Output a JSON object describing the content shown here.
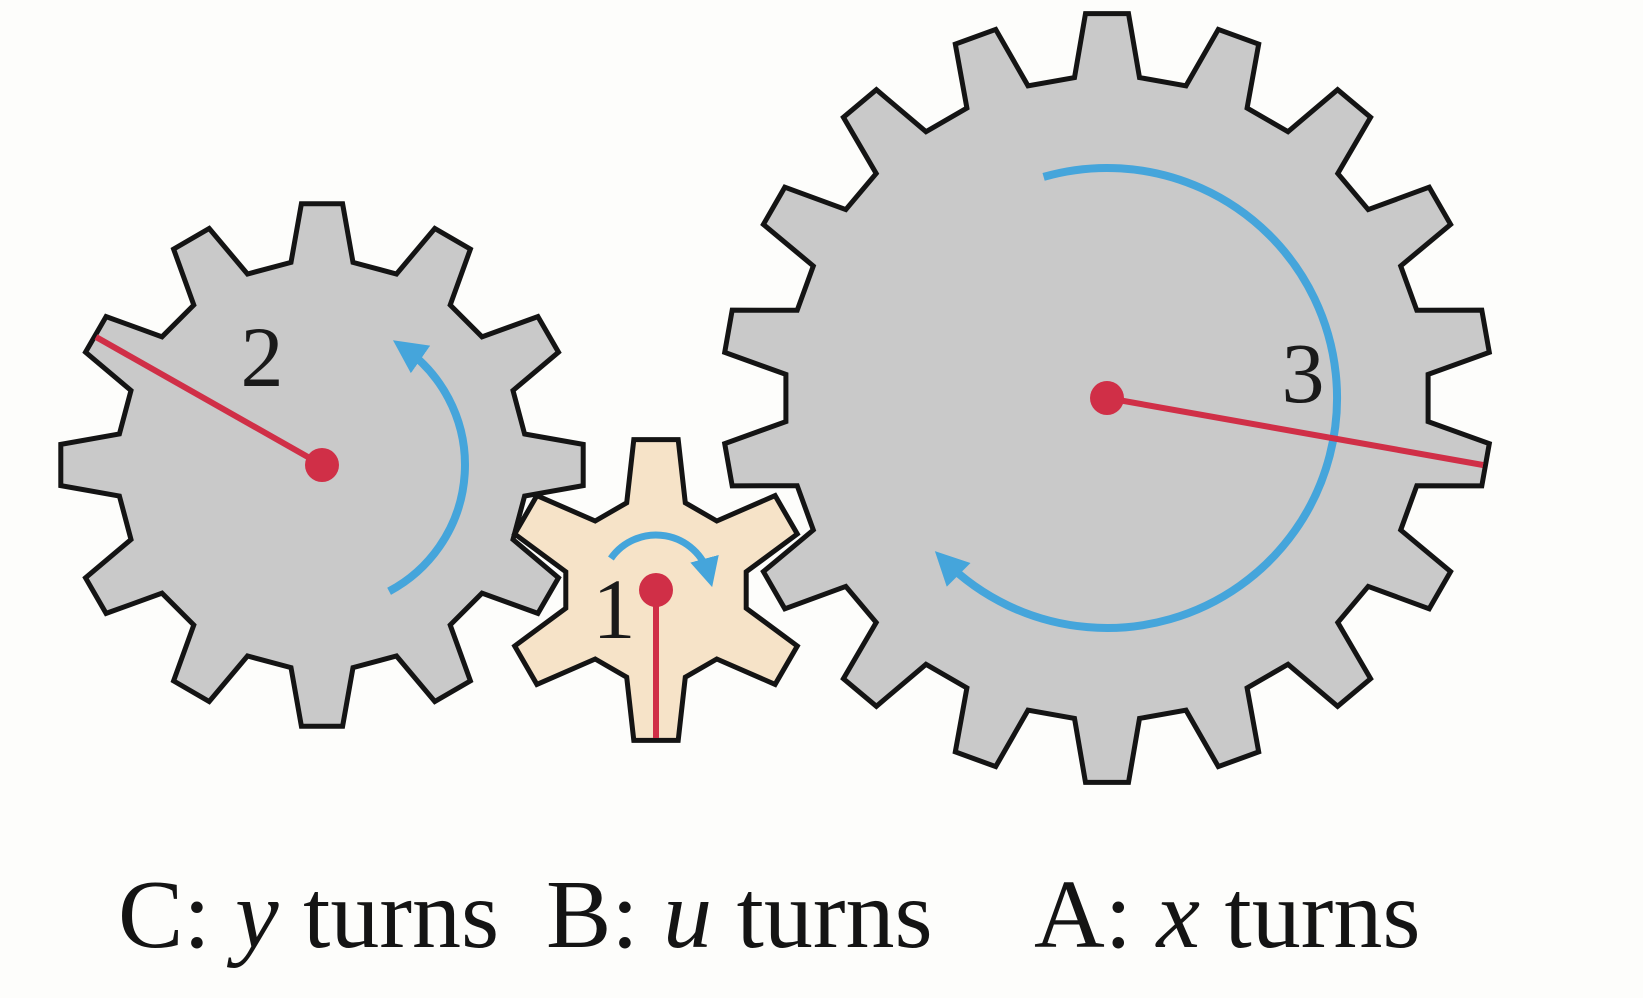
{
  "colors": {
    "gear_fill": "#c9c9c9",
    "small_gear_fill": "#f6e3c8",
    "outline": "#141414",
    "pointer": "#d02f47",
    "arrow": "#45a5db"
  },
  "gears": [
    {
      "id": "gear-2",
      "label": "2",
      "teeth": 12
    },
    {
      "id": "gear-1",
      "label": "1",
      "teeth": 6
    },
    {
      "id": "gear-3",
      "label": "3",
      "teeth": 18
    }
  ],
  "captions": [
    {
      "letter": "C",
      "colon": ":",
      "var": "y",
      "word": "turns"
    },
    {
      "letter": "B",
      "colon": ":",
      "var": "u",
      "word": "turns"
    },
    {
      "letter": "A",
      "colon": ":",
      "var": "x",
      "word": "turns"
    }
  ]
}
